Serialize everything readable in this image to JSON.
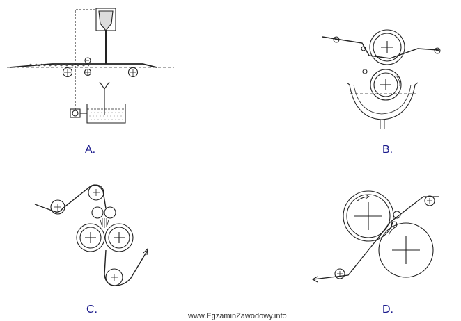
{
  "labels": {
    "a": "A.",
    "b": "B.",
    "c": "C.",
    "d": "D."
  },
  "footer": {
    "credit": "www.EgzaminZawodowy.info"
  },
  "colors": {
    "line": "#222222",
    "label": "#1a1a8c"
  }
}
